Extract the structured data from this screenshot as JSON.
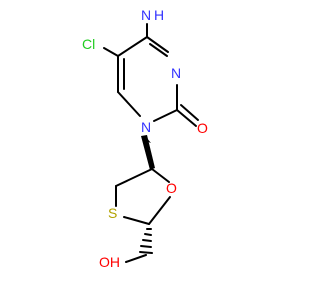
{
  "molecule": {
    "atoms": {
      "nh2_n": "N",
      "nh2_h": "H",
      "cl": "Cl",
      "n3": "N",
      "n1": "N",
      "o_carbonyl": "O",
      "o_ring": "O",
      "s_ring": "S",
      "oh": "OH"
    }
  },
  "colors": {
    "bond": "#000000",
    "nitrogen": "#3333ff",
    "oxygen": "#ff0000",
    "chlorine": "#1fcc1f",
    "sulfur": "#b2a200"
  }
}
